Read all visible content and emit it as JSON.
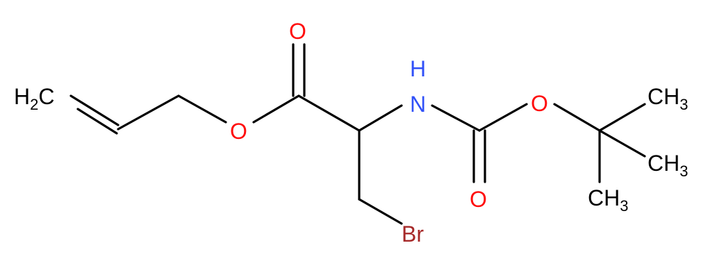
{
  "molecule": {
    "atoms": {
      "h2c": {
        "label": "H",
        "sub": "2",
        "tail": "C",
        "color": "#000000"
      },
      "o_ester": {
        "label": "O",
        "color": "#ff0d0d"
      },
      "o_carbonyl_top": {
        "label": "O",
        "color": "#ff0d0d"
      },
      "nh": {
        "label": "N",
        "h_label": "H",
        "color": "#3050f8"
      },
      "o_boc": {
        "label": "O",
        "color": "#ff0d0d"
      },
      "o_carbonyl_bottom": {
        "label": "O",
        "color": "#ff0d0d"
      },
      "ch3_top": {
        "label": "CH",
        "sub": "3",
        "color": "#000000"
      },
      "ch3_mid": {
        "label": "CH",
        "sub": "3",
        "color": "#000000"
      },
      "ch3_bot": {
        "label": "CH",
        "sub": "3",
        "color": "#000000"
      },
      "br": {
        "label": "Br",
        "color": "#a62929"
      }
    }
  }
}
